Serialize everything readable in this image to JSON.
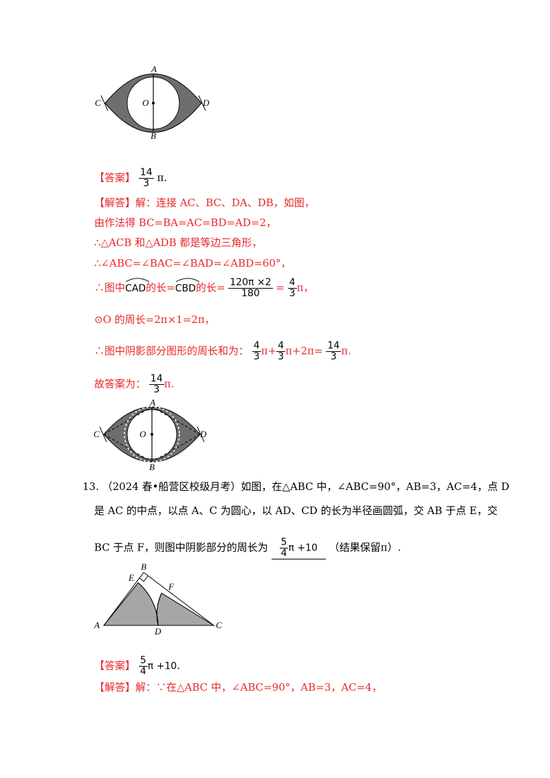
{
  "figure1": {
    "labels": {
      "A": "A",
      "B": "B",
      "C": "C",
      "D": "D",
      "O": "O"
    }
  },
  "answer12": {
    "tag": "【答案】",
    "num": "14",
    "den": "3",
    "pi_suffix": "π."
  },
  "solution12": {
    "tag": "【解答】",
    "line1": "解：连接 AC、BC、DA、DB，如图，",
    "line2": "由作法得 BC=BA=AC=BD=AD=2，",
    "line3": "∴△ACB 和△ADB 都是等边三角形，",
    "line4": "∴∠ABC=∠BAC=∠BAD=∠ABD=60°，",
    "line5": {
      "prefix": "∴图中",
      "arc1": "CAD",
      "mid1": "的长=",
      "arc2": "CBD",
      "mid2": "的长=",
      "frac1_num": "120π ×2",
      "frac1_den": "180",
      "eq": "=",
      "frac2_num": "4",
      "frac2_den": "3",
      "suffix": "π，"
    },
    "line6": "⊙O 的周长=2π×1=2π，",
    "line7": {
      "prefix": "∴图中阴影部分图形的周长和为：",
      "f1_num": "4",
      "f1_den": "3",
      "plus1": "π+",
      "f2_num": "4",
      "f2_den": "3",
      "plus2": "π+2π=",
      "f3_num": "14",
      "f3_den": "3",
      "suffix": "π."
    },
    "line8": {
      "prefix": "故答案为：",
      "num": "14",
      "den": "3",
      "suffix": "π."
    }
  },
  "figure2": {
    "labels": {
      "A": "A",
      "B": "B",
      "C": "C",
      "D": "D",
      "O": "O"
    }
  },
  "problem13": {
    "number": "13.",
    "line1": "（2024 春•船营区校级月考）如图，在△ABC 中，∠ABC=90°，AB=3，AC=4，点 D",
    "line2": "是 AC 的中点，以点 A、C 为圆心，以 AD、CD 的长为半径画圆弧，交 AB 于点 E，交",
    "line3_prefix": "BC 于点 F，则图中阴影部分的周长为",
    "blank_num": "5",
    "blank_den": "4",
    "blank_tail": "π +10",
    "line3_suffix": "（结果保留π）."
  },
  "figure3": {
    "labels": {
      "A": "A",
      "B": "B",
      "C": "C",
      "D": "D",
      "E": "E",
      "F": "F"
    }
  },
  "answer13": {
    "tag": "【答案】",
    "num": "5",
    "den": "4",
    "tail": "π +10",
    "dot": "."
  },
  "solution13": {
    "tag": "【解答】",
    "line1": "解：∵在△ABC 中，∠ABC=90°，AB=3，AC=4，"
  }
}
